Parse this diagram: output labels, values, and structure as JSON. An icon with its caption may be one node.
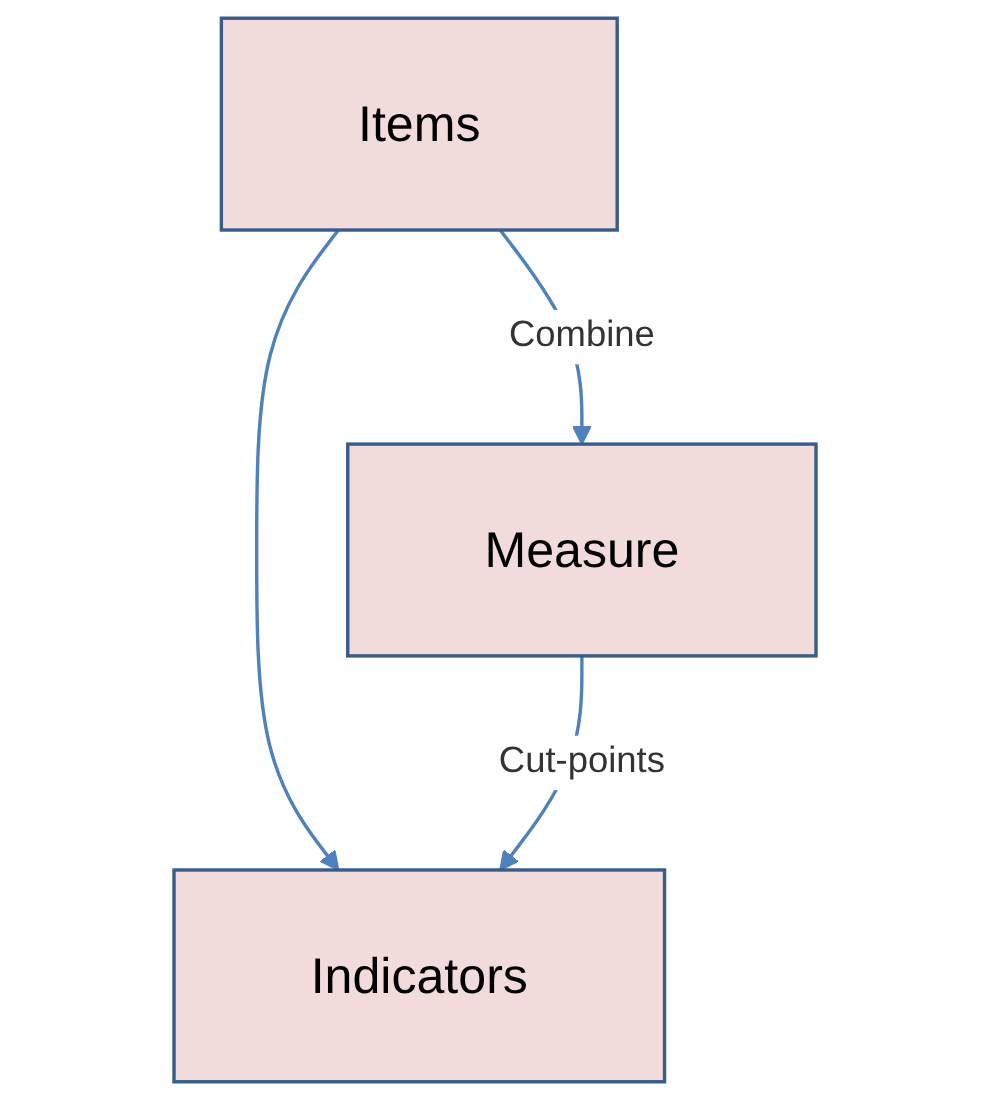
{
  "diagram": {
    "nodes": [
      {
        "text": [
          "Items"
        ]
      },
      {
        "text": [
          "Measure"
        ]
      },
      {
        "text": [
          "Indicators"
        ]
      }
    ],
    "edges": [
      {
        "from": 0,
        "to": 1,
        "arrow": "to",
        "label": "Combine"
      },
      {
        "from": 0,
        "to": 2,
        "arrow": "to"
      },
      {
        "from": 1,
        "to": 2,
        "arrow": "to",
        "label": "Cut-points"
      }
    ]
  }
}
